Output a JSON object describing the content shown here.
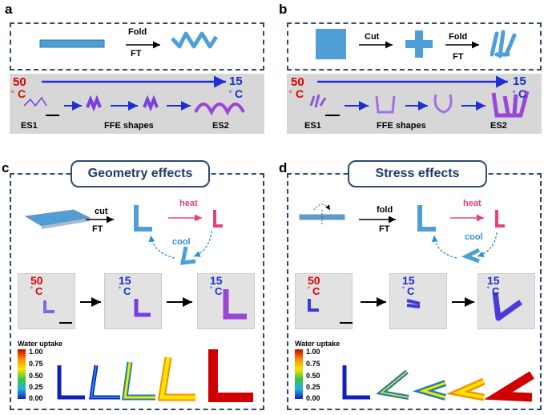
{
  "panels": {
    "a": "a",
    "b": "b",
    "c": "c",
    "d": "d"
  },
  "a": {
    "fold": "Fold",
    "ft": "FT",
    "t_start": "50",
    "t_end": "15",
    "deg": "°",
    "c": "C",
    "es1": "ES1",
    "ffe": "FFE shapes",
    "es2": "ES2"
  },
  "b": {
    "cut": "Cut",
    "fold": "Fold",
    "ft": "FT",
    "t_start": "50",
    "t_end": "15",
    "deg": "°",
    "c": "C",
    "es1": "ES1",
    "ffe": "FFE shapes",
    "es2": "ES2"
  },
  "c": {
    "title": "Geometry effects",
    "cut": "cut",
    "ft": "FT",
    "heat": "heat",
    "cool": "cool",
    "t1": "50",
    "t2": "15",
    "t3": "15",
    "deg": "°",
    "c": "C",
    "water": "Water uptake"
  },
  "d": {
    "title": "Stress effects",
    "fold": "fold",
    "ft": "FT",
    "heat": "heat",
    "cool": "cool",
    "t1": "50",
    "t2": "15",
    "t3": "15",
    "deg": "°",
    "c": "C",
    "water": "Water uptake"
  },
  "colorbar": {
    "ticks": [
      "1.00",
      "0.75",
      "0.50",
      "0.25",
      "0.00"
    ]
  },
  "colors": {
    "blue_arrow": "#1f2fd6",
    "heat": "#e8417a",
    "cool": "#2a8fd0",
    "purple": "#7a3ee0",
    "dash": "#2e4a6e"
  }
}
